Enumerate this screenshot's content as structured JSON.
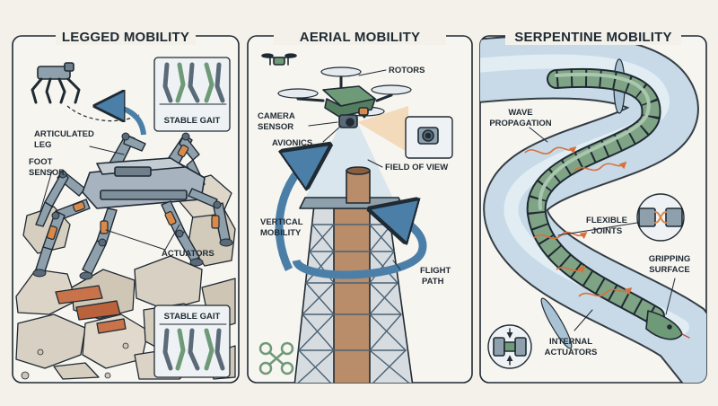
{
  "colors": {
    "background": "#f4f1ea",
    "ink": "#1f2a33",
    "robot_gray": "#8fa0ad",
    "accent_green": "#6f9a78",
    "actuator_orange": "#d98a4a",
    "arrow_blue": "#4b7fa8",
    "rock": "#d8d0c2",
    "tube": "#bcd2e2"
  },
  "panels": [
    {
      "title": "LEGGED MOBILITY",
      "labels": {
        "articulated_leg": [
          "ARTICULATED",
          "LEG"
        ],
        "foot_sensor": [
          "FOOT",
          "SENSOR"
        ],
        "actuators": "ACTUATORS",
        "stable_gait_top": "STABLE GAIT",
        "stable_gait_bottom": "STABLE GAIT"
      }
    },
    {
      "title": "AERIAL MOBILITY",
      "labels": {
        "rotors": "ROTORS",
        "camera_sensor": [
          "CAMERA",
          "SENSOR"
        ],
        "avionics": "AVIONICS",
        "field_of_view": "FIELD OF VIEW",
        "vertical_mobility": [
          "VERTICAL",
          "MOBILITY"
        ],
        "flight_path": [
          "FLIGHT",
          "PATH"
        ]
      }
    },
    {
      "title": "SERPENTINE MOBILITY",
      "labels": {
        "wave_propagation": [
          "WAVE",
          "PROPAGATION"
        ],
        "flexible_joints": [
          "FLEXIBLE",
          "JOINTS"
        ],
        "gripping_surface": [
          "GRIPPING",
          "SURFACE"
        ],
        "internal_actuators": [
          "INTERNAL",
          "ACTUATORS"
        ]
      }
    }
  ]
}
